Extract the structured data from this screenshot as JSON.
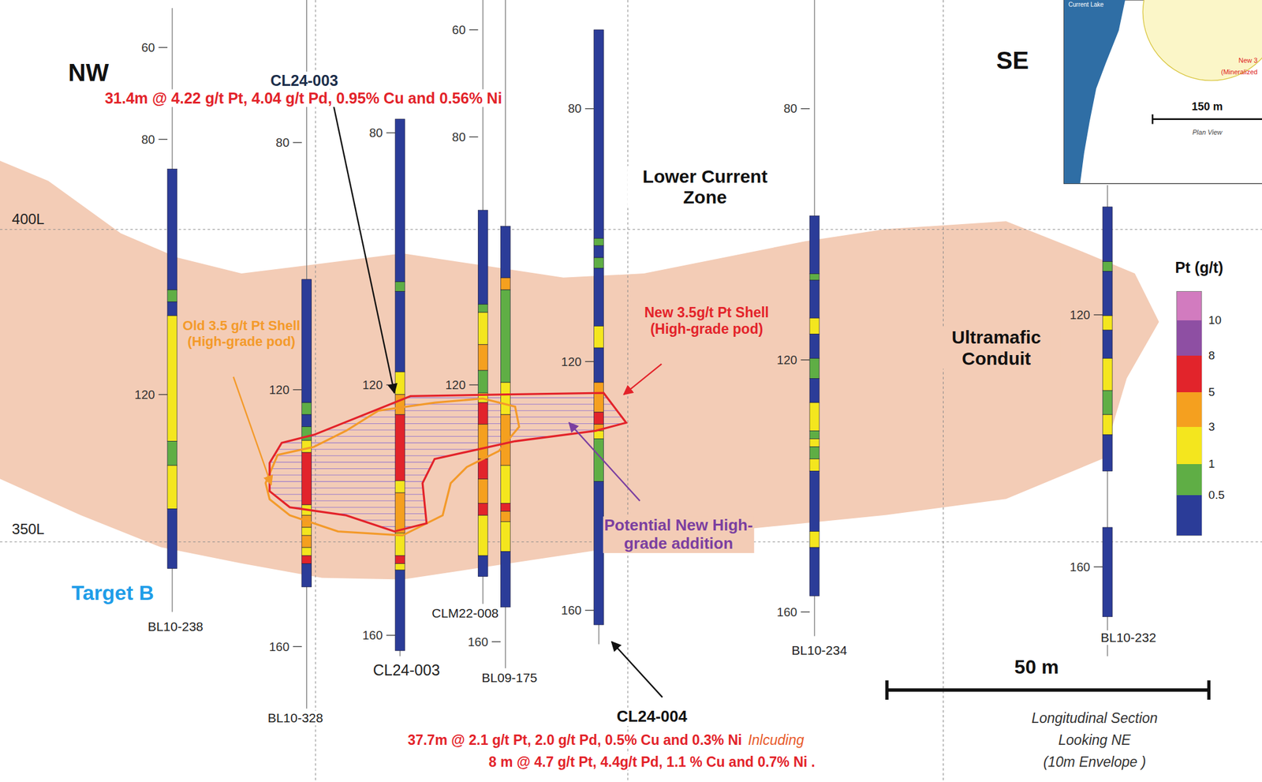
{
  "diagram": {
    "nodes": [
      {
        "text": [
          "Ultramafic Conduit"
        ]
      }
    ],
    "labels": [
      "NW",
      "SE",
      "31.4m @ 4.22 g/t Pt, 4.04 g/t Pd, 0.95% Cu and 0.56% Ni",
      "CL24-003",
      "Lower Current Zone",
      "400L",
      "350L",
      "Old 3.5 g/t Pt Shell (High-grade pod)",
      "New 3.5g/t Pt Shell (High-grade pod)",
      "Potential New High-grade addition",
      "Target B",
      "BL10-238",
      "BL10-328",
      "CL24-003",
      "CLM22-008",
      "BL09-175",
      "BL10-234",
      "BL10-232",
      "CL24-004",
      "37.7m @ 2.1 g/t Pt, 2.0 g/t Pd, 0.5% Cu and 0.3% Ni",
      "Inlcuding",
      "8 m @ 4.7 g/t Pt, 4.4g/t Pd, 1.1 % Cu and 0.7% Ni .",
      "50 m",
      "Longitudinal Section",
      "Looking NE",
      "(10m Envelope )",
      "Pt (g/t)",
      "Current Lake",
      "New 3",
      "(Mineralized",
      "150 m",
      "Plan View",
      "60",
      "80",
      "120",
      "80",
      "120",
      "160",
      "80",
      "120",
      "160",
      "60",
      "80",
      "120",
      "160",
      "80",
      "120",
      "160",
      "80",
      "120",
      "160",
      "120",
      "160"
    ],
    "legend": [
      {
        "text": "10",
        "color": "#8e4fa3"
      },
      {
        "text": "8",
        "color": "#e2242b"
      },
      {
        "text": "5",
        "color": "#f5a01f"
      },
      {
        "text": "3",
        "color": "#f4e61e"
      },
      {
        "text": "1",
        "color": "#5fae45"
      },
      {
        "text": "0.5",
        "color": "#2b3c98"
      }
    ]
  }
}
